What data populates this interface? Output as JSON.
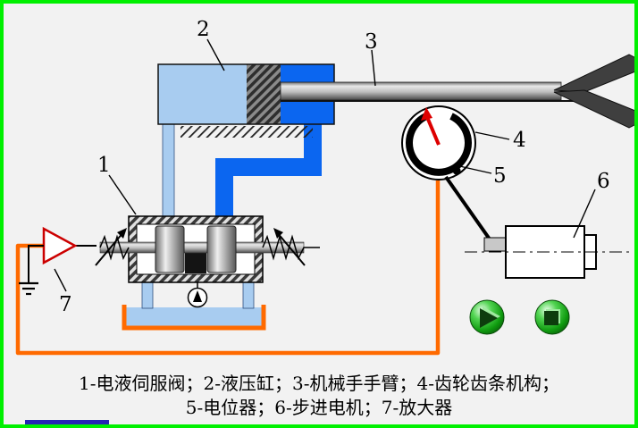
{
  "diagram": {
    "labels": {
      "servo_valve": "1",
      "cylinder": "2",
      "arm": "3",
      "gear_rack": "4",
      "potentiometer": "5",
      "stepper_motor": "6",
      "amplifier": "7"
    },
    "caption_line1": "1-电液伺服阀；2-液压缸；3-机械手手臂；4-齿轮齿条机构；",
    "caption_line2": "5-电位器；6-步进电机；7-放大器"
  },
  "controls": {
    "play_icon": "play",
    "stop_icon": "stop"
  },
  "colors": {
    "frame_border": "#00f000",
    "background": "#f2f2f2",
    "hydraulic_high_pressure": "#0b66f0",
    "hydraulic_low_pressure": "#a8ccf0",
    "signal_wire_orange": "#ff6a00",
    "needle_red": "#dd0000",
    "button_green": "#0f9a0f"
  }
}
